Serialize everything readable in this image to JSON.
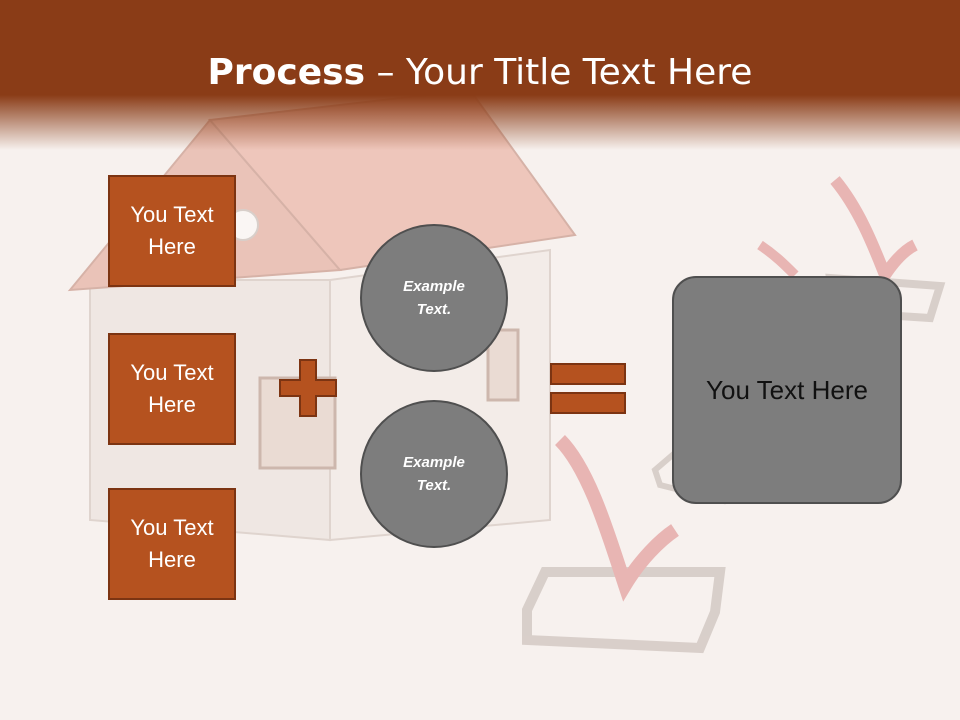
{
  "slide": {
    "title_bold": "Process",
    "title_rest": " – Your Title Text Here"
  },
  "left_boxes": [
    {
      "text": "You Text Here"
    },
    {
      "text": "You Text Here"
    },
    {
      "text": "You Text Here"
    }
  ],
  "circles": [
    {
      "text": "Example Text."
    },
    {
      "text": "Example Text."
    }
  ],
  "operators": {
    "plus": "plus-icon",
    "equals": "equals-icon"
  },
  "result_box": {
    "text": "You Text Here"
  },
  "colors": {
    "header": "#8a3c17",
    "box_fill": "#b5521f",
    "box_border": "#7c3412",
    "circle_fill": "#7d7d7d",
    "background": "#f7f1ee"
  }
}
